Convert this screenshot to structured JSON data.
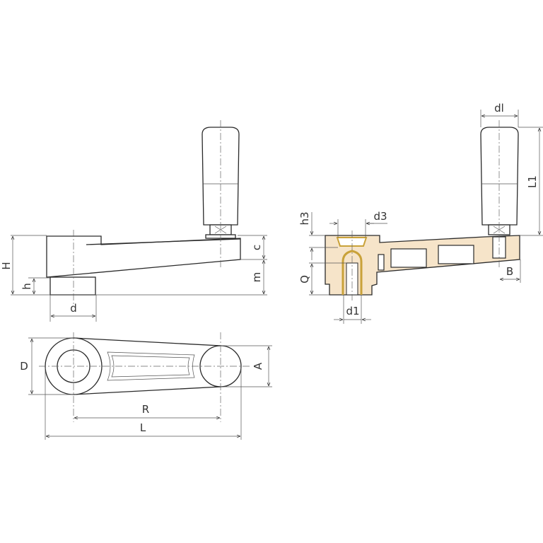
{
  "title": "Crank handle technical drawing",
  "colors": {
    "section_fill": "#f6e4c9",
    "insert": "#c9a23a",
    "line": "#2a2a2a"
  },
  "side_view": {
    "labels": {
      "H": "H",
      "h": "h",
      "d": "d",
      "c": "c",
      "m": "m"
    }
  },
  "top_view": {
    "labels": {
      "D": "D",
      "A": "A",
      "R": "R",
      "L": "L"
    }
  },
  "section_view": {
    "labels": {
      "dl": "dl",
      "L1": "L1",
      "h3": "h3",
      "d3": "d3",
      "Q": "Q",
      "d1": "d1",
      "B": "B"
    }
  }
}
